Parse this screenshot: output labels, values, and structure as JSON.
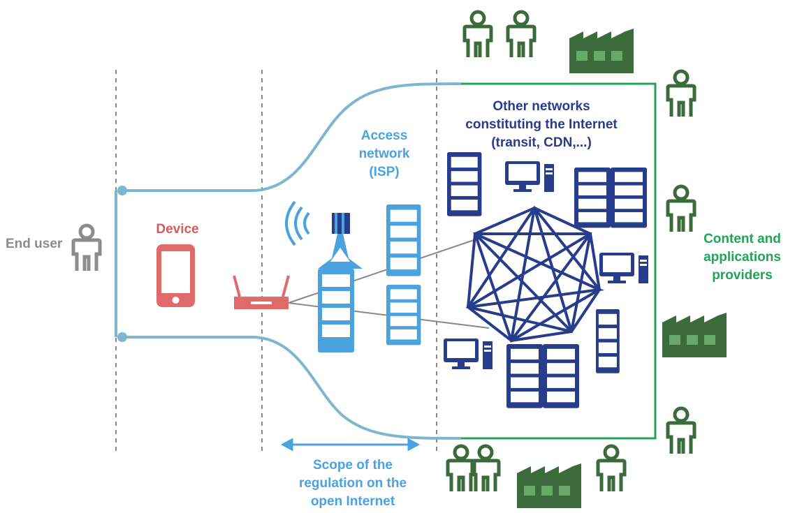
{
  "labels": {
    "end_user": "End user",
    "device": "Device",
    "access_network": [
      "Access",
      "network",
      "(ISP)"
    ],
    "other_networks": [
      "Other networks",
      "constituting the Internet",
      "(transit, CDN,...)"
    ],
    "providers": [
      "Content and",
      "applications",
      "providers"
    ],
    "scope": [
      "Scope of the",
      "regulation on the",
      "open Internet"
    ]
  },
  "colors": {
    "end_user": "#8c8c8c",
    "device": "#d65a5a",
    "access": "#4aa3df",
    "core_network": "#283c8c",
    "providers": "#21a35a",
    "provider_icons": "#3b6b3b",
    "pipe": "#7fb6cf"
  }
}
